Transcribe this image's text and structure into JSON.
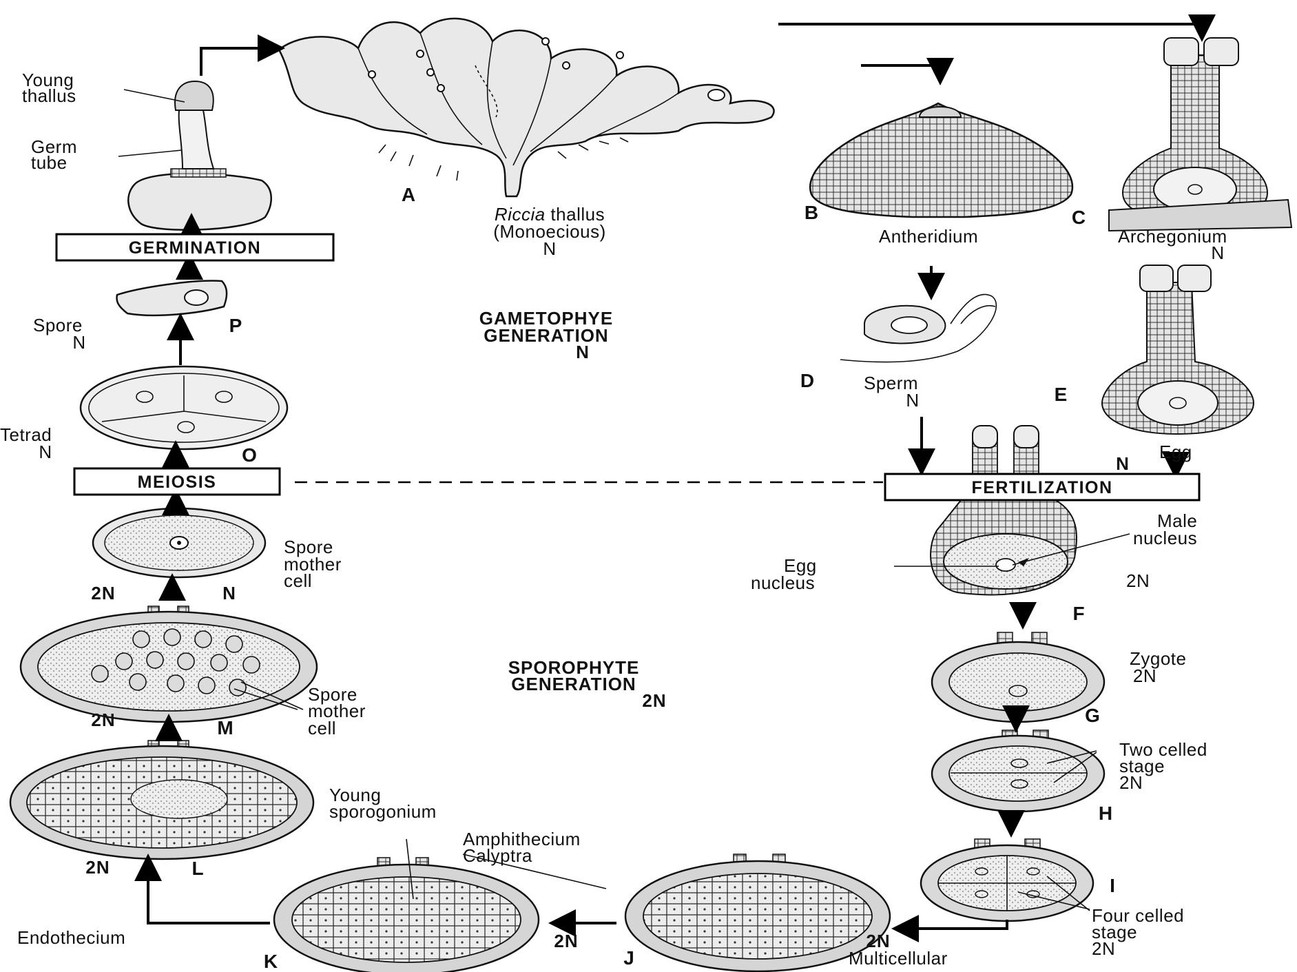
{
  "diagram": {
    "stage_letters": {
      "A": "A",
      "B": "B",
      "C": "C",
      "D": "D",
      "E": "E",
      "F": "F",
      "G": "G",
      "H": "H",
      "I": "I",
      "J": "J",
      "K": "K",
      "L": "L",
      "M": "M",
      "O": "O",
      "P": "P"
    },
    "labels": {
      "young_thallus": [
        "Young",
        "thallus"
      ],
      "germ_tube": [
        "Germ",
        "tube"
      ],
      "riccia_thallus_italic": "Riccia",
      "riccia_thallus_rest": " thallus",
      "monoecious": "(Monoecious)",
      "thallus_ploidy": "N",
      "antheridium": "Antheridium",
      "archegonium": "Archegonium",
      "archegonium_ploidy": "N",
      "gametophyte": [
        "GAMETOPHYE",
        "GENERATION",
        "N"
      ],
      "sporophyte": [
        "SPOROPHYTE",
        "GENERATION",
        "2N"
      ],
      "spore": "Spore",
      "spore_ploidy": "N",
      "tetrad": "Tetrad",
      "tetrad_ploidy": "N",
      "sperm": "Sperm",
      "sperm_ploidy": "N",
      "egg": "Egg",
      "egg_ploidy": "N",
      "spore_mother_cell_upper": [
        "Spore",
        "mother",
        "cell"
      ],
      "smc_upper_left_ploidy": "2N",
      "smc_upper_right_ploidy": "N",
      "male_nucleus": [
        "Male",
        "nucleus"
      ],
      "egg_nucleus": [
        "Egg",
        "nucleus"
      ],
      "fertilized_ploidy": "2N",
      "spore_mother_cell_lower": [
        "Spore",
        "mother",
        "cell"
      ],
      "smc_lower_ploidy": "2N",
      "zygote": [
        "Zygote",
        "2N"
      ],
      "two_celled": [
        "Two celled",
        "stage",
        "2N"
      ],
      "young_sporogonium": [
        "Young",
        "sporogonium"
      ],
      "young_sporogonium_ploidy": "2N",
      "amphithecium": "Amphithecium",
      "calyptra": "Calyptra",
      "four_celled": [
        "Four celled",
        "stage",
        "2N"
      ],
      "endothecium": "Endothecium",
      "k_ploidy": "2N",
      "j_ploidy": "2N",
      "multicellular": "Multicellular"
    },
    "boxes": {
      "germination": "GERMINATION",
      "meiosis": "MEIOSIS",
      "fertilization": "FERTILIZATION"
    }
  }
}
